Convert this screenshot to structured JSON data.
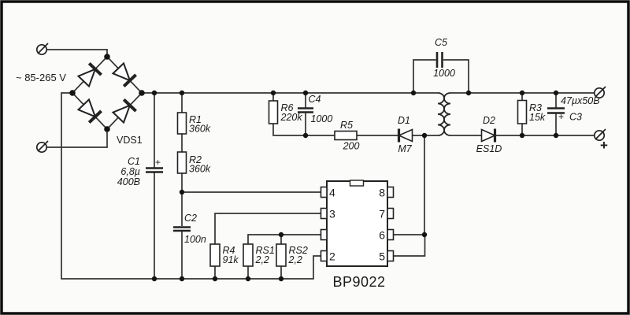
{
  "colors": {
    "wire": "#333333",
    "outline": "#222222",
    "background": "#fbfbf9",
    "frame": "#0d0d0d",
    "text": "#1a1a1a"
  },
  "labels": {
    "ac_input": "~ 85-265 V",
    "bridge_ref": "VDS1",
    "output_plus": "+"
  },
  "components": {
    "C1": {
      "ref": "C1",
      "value": "6,8µ",
      "extra": "400B",
      "polarity": "+"
    },
    "R1": {
      "ref": "R1",
      "value": "360k"
    },
    "R2": {
      "ref": "R2",
      "value": "360k"
    },
    "C2": {
      "ref": "C2",
      "value": "100n"
    },
    "R4": {
      "ref": "R4",
      "value": "91k"
    },
    "RS1": {
      "ref": "RS1",
      "value": "2,2"
    },
    "RS2": {
      "ref": "RS2",
      "value": "2,2"
    },
    "R6": {
      "ref": "R6",
      "value": "220k"
    },
    "C4": {
      "ref": "C4",
      "value": "1000"
    },
    "R5": {
      "ref": "R5",
      "value": "200"
    },
    "D1": {
      "ref": "D1",
      "value": "M7"
    },
    "C5": {
      "ref": "C5",
      "value": "1000"
    },
    "D2": {
      "ref": "D2",
      "value": "ES1D"
    },
    "R3": {
      "ref": "R3",
      "value": "15k"
    },
    "C3": {
      "ref": "C3",
      "value": "47µx50B",
      "polarity": "+"
    }
  },
  "ic": {
    "name": "BP9022",
    "pins_left": [
      "4",
      "3",
      "",
      "2"
    ],
    "pins_right": [
      "8",
      "7",
      "6",
      "5"
    ]
  }
}
